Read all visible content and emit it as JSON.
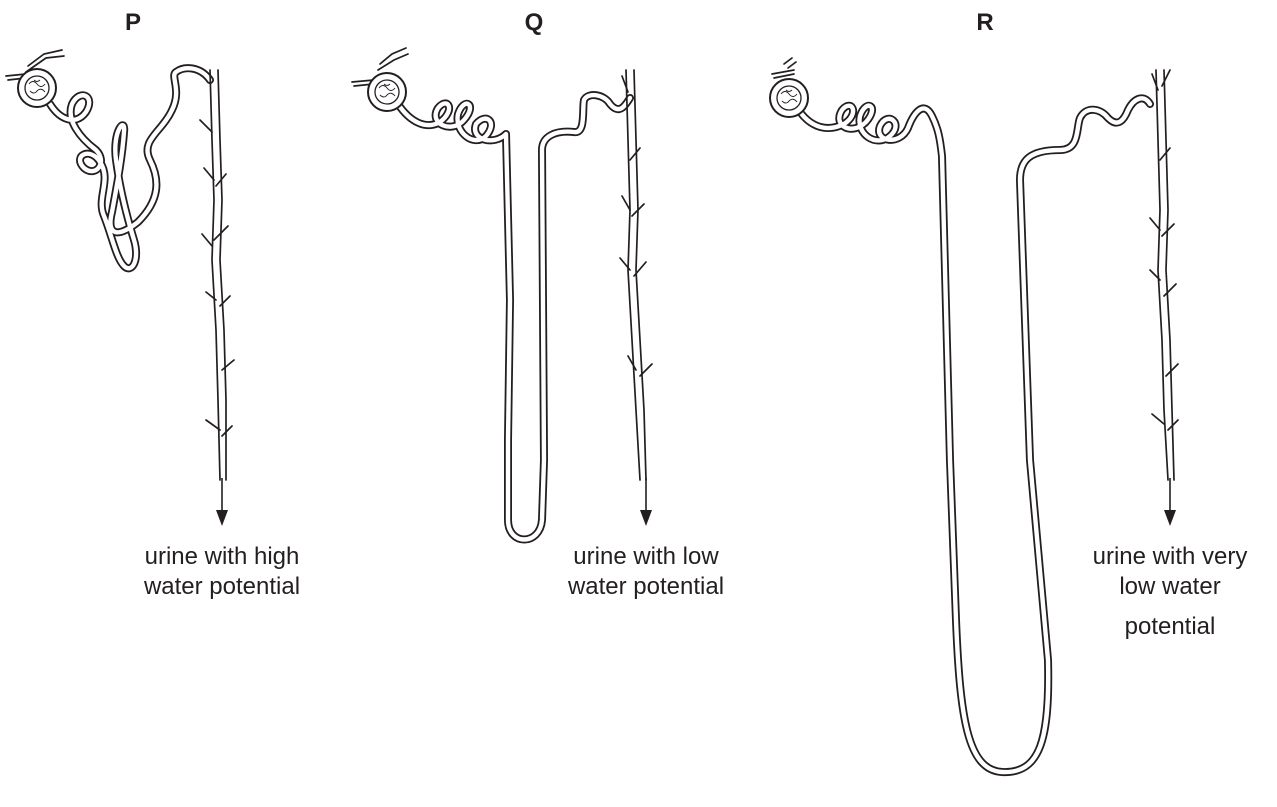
{
  "nephrons": [
    {
      "label": "P",
      "caption_lines": [
        "urine with high",
        "water potential"
      ]
    },
    {
      "label": "Q",
      "caption_lines": [
        "urine with low",
        "water potential"
      ]
    },
    {
      "label": "R",
      "caption_lines": [
        "urine with very",
        "low water",
        "potential"
      ]
    }
  ],
  "colors": {
    "line": "#231f20",
    "background": "#ffffff"
  }
}
